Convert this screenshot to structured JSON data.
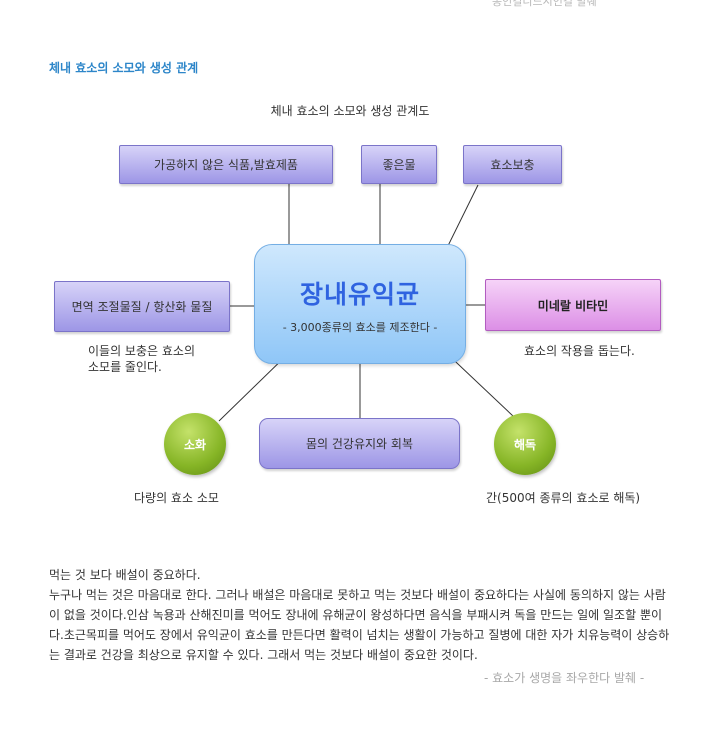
{
  "header": {
    "cut_text": "동인길니드시인길 발췌",
    "section_title": "체내 효소의 소모와 생성 관계"
  },
  "diagram": {
    "caption": "체내 효소의 소모와 생성 관계도",
    "top_boxes": [
      "가공하지 않은 식품,발효제품",
      "좋은물",
      "효소보충"
    ],
    "left_box": "면역 조절물질 / 항산화 물질",
    "right_box": "미네랄 비타민",
    "center": {
      "title": "장내유익균",
      "subtitle": "- 3,000종류의 효소를 제조한다 -"
    },
    "left_note": "이들의 보충은 효소의\n소모를 줄인다.",
    "right_note": "효소의 작용을 돕는다.",
    "circle_left": "소화",
    "circle_right": "해독",
    "bottom_box": "몸의 건강유지와 회복",
    "circle_left_note": "다량의 효소 소모",
    "circle_right_note": "간(500여 종류의 효소로 해독)"
  },
  "body": {
    "lines": [
      "먹는 것 보다 배설이 중요하다.",
      "누구나 먹는 것은 마음대로 한다. 그러나 배설은 마음대로 못하고 먹는 것보다 배설이 중요하다는 사실에 동의하지 않는 사람이 없을 것이다.인삼 녹용과 산해진미를 먹어도 장내에  유해균이 왕성하다면 음식을 부패시켜 독을 만드는 일에 일조할 뿐이다.초근목피를 먹어도 장에서 유익균이 효소를 만든다면 활력이 넘치는 생활이 가능하고 질병에 대한 자가 치유능력이 상승하는 결과로 건강을 최상으로 유지할 수 있다. 그래서 먹는 것보다 배설이 중요한 것이다."
    ],
    "source": "- 효소가 생명을 좌우한다 발췌 -"
  },
  "colors": {
    "title_blue": "#2d86c9",
    "center_text": "#2f63e0",
    "box_purple": "#9d96e6",
    "box_pink": "#dc8fe6",
    "circle_green": "#86b526"
  }
}
